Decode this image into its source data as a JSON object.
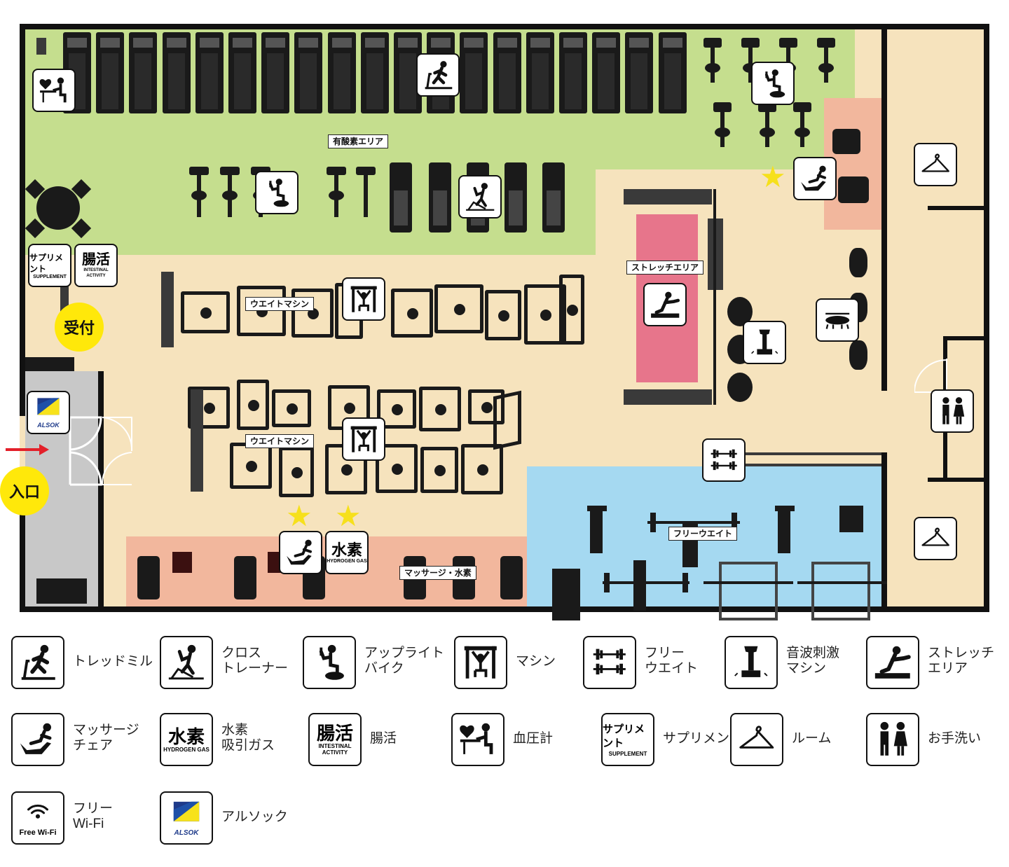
{
  "floor": {
    "zones": {
      "aerobic": "有酸素エリア",
      "weight_machine_top": "ウエイトマシン",
      "weight_machine_bottom": "ウエイトマシン",
      "stretch": "ストレッチエリア",
      "free_weight": "フリーウエイト",
      "massage_hydrogen": "マッサージ・水素"
    },
    "reception": "受付",
    "entrance": "入口",
    "supplement_label": "サプリメント",
    "supplement_sub": "SUPPLEMENT",
    "intestinal_label": "腸活",
    "intestinal_sub": "INTESTINAL ACTIVITY",
    "hydrogen_label": "水素",
    "hydrogen_sub": "HYDROGEN GAS",
    "alsok_label": "ALSOK"
  },
  "legend": [
    {
      "icon": "treadmill-icon",
      "text": "トレッドミル"
    },
    {
      "icon": "cross-trainer-icon",
      "text": "クロス\nトレーナー"
    },
    {
      "icon": "upright-bike-icon",
      "text": "アップライト\nバイク"
    },
    {
      "icon": "machine-icon",
      "text": "マシン"
    },
    {
      "icon": "free-weight-icon",
      "text": "フリー\nウエイト"
    },
    {
      "icon": "sonic-machine-icon",
      "text": "音波刺激\nマシン"
    },
    {
      "icon": "stretch-icon",
      "text": "ストレッチ\nエリア"
    },
    {
      "icon": "massage-chair-icon",
      "text": "マッサージ\nチェア"
    },
    {
      "icon": "hydrogen-icon",
      "text": "水素\n吸引ガス"
    },
    {
      "icon": "intestinal-icon",
      "text": "腸活"
    },
    {
      "icon": "blood-pressure-icon",
      "text": "血圧計"
    },
    {
      "icon": "supplement-icon",
      "text": "サプリメント"
    },
    {
      "icon": "room-icon",
      "text": "ルーム"
    },
    {
      "icon": "restroom-icon",
      "text": "お手洗い"
    },
    {
      "icon": "wifi-icon",
      "text": "フリー\nWi-Fi"
    },
    {
      "icon": "alsok-icon",
      "text": "アルソック"
    }
  ],
  "wifi_label": "Free Wi-Fi",
  "colors": {
    "floor": "#f6e3bd",
    "aerobic": "#c5de8e",
    "stretch_mat": "#e7758b",
    "massage": "#f2b79d",
    "free_weight": "#a5d9f1",
    "entrance": "#c8c8c8",
    "accent_yellow": "#ffe80a"
  }
}
